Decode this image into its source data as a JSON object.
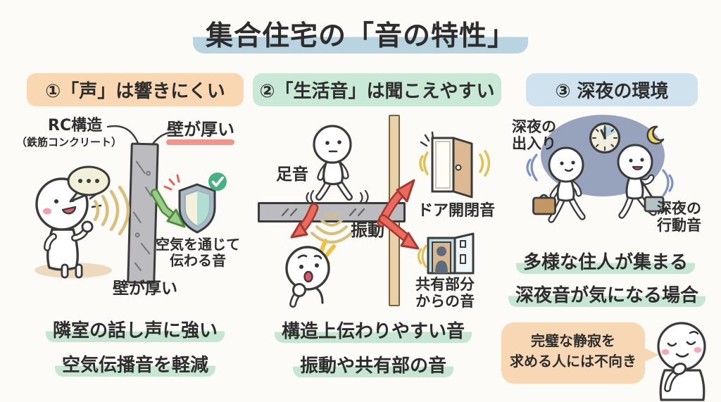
{
  "title": "集合住宅の「音の特性」",
  "sections": [
    {
      "header": "①「声」は響きにくい",
      "labels": {
        "structure": "RC構造",
        "structure_sub": "（鉄筋コンクリート）",
        "wall_thick_top": "壁が厚い",
        "air_line1": "空気を通じて",
        "air_line2": "伝わる音",
        "wall_thick_bottom": "壁が厚い"
      },
      "points": [
        "隣室の話し声に強い",
        "空気伝播音を軽減"
      ]
    },
    {
      "header": "②「生活音」は聞こえやすい",
      "labels": {
        "footsteps": "足音",
        "door": "ドア開閉音",
        "vibration": "振動",
        "shared_line1": "共有部分",
        "shared_line2": "からの音"
      },
      "points": [
        "構造上伝わりやすい音",
        "振動や共有部の音"
      ]
    },
    {
      "header": "③ 深夜の環境",
      "labels": {
        "entry_line1": "深夜の",
        "entry_line2": "出入り",
        "activity_line1": "深夜の",
        "activity_line2": "行動音"
      },
      "points": [
        "多様な住人が集まる",
        "深夜音が気になる場合"
      ]
    }
  ],
  "note": {
    "line1": "完璧な静寂を",
    "line2": "求める人には不向き"
  },
  "colors": {
    "title_hl": "#b9d3e1",
    "header1_bg": "#f8d7b2",
    "header2_bg": "#c9e8d6",
    "header3_bg": "#cfe2ee",
    "point_hl": "#c6e6d3",
    "note_bg": "#f8d8b4",
    "red_underline": "#f2938d",
    "ink": "#2d2d2d"
  },
  "icons": {
    "speech_bubble": "speech-bubble-icon",
    "sound_waves": "sound-waves-icon",
    "shield": "shield-icon",
    "checkmark": "checkmark-icon",
    "door": "door-icon",
    "clock": "clock-icon",
    "moon": "moon-icon",
    "briefcase": "briefcase-icon",
    "bag": "bag-icon"
  }
}
